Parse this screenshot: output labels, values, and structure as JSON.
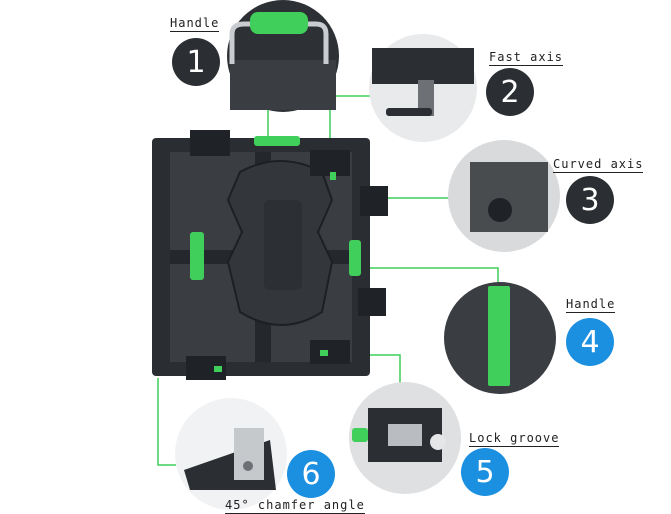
{
  "callouts": [
    {
      "number": "1",
      "label": "Handle"
    },
    {
      "number": "2",
      "label": "Fast axis"
    },
    {
      "number": "3",
      "label": "Curved axis"
    },
    {
      "number": "4",
      "label": "Handle"
    },
    {
      "number": "5",
      "label": "Lock groove"
    },
    {
      "number": "6",
      "label": "45° chamfer angle"
    }
  ],
  "colors": {
    "accent_green": "#3fcf5a",
    "badge_dark": "#2b2f33",
    "badge_blue": "#1b8fe0",
    "cabinet_dark": "#2a2d31",
    "leader_line": "#3fcf5a"
  }
}
